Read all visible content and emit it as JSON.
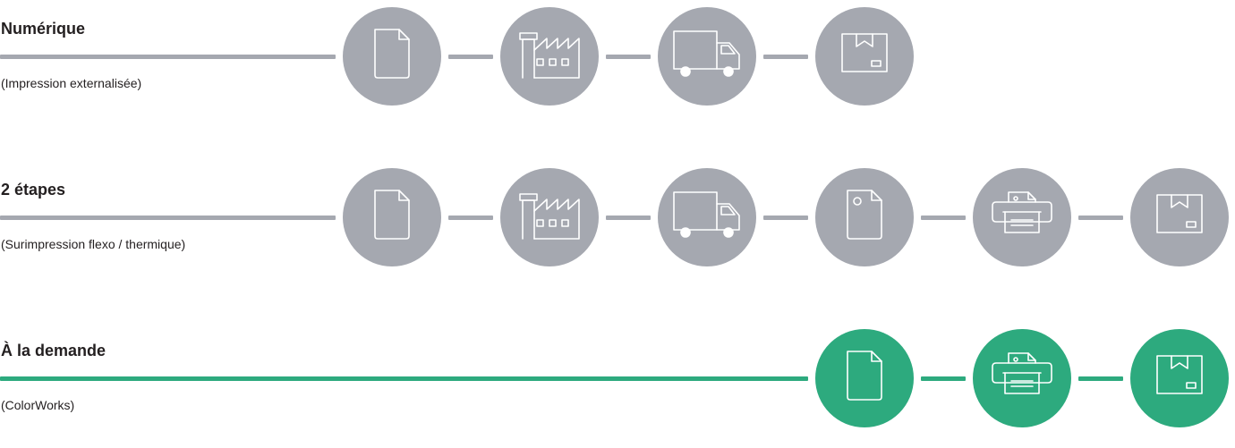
{
  "colors": {
    "inactive": "#a5a8b0",
    "active": "#2daa7e",
    "icon": "#ffffff"
  },
  "rows": [
    {
      "title": "Numérique",
      "subtitle": "(Impression externalisée)",
      "active": false,
      "steps": [
        "document-icon",
        "factory-icon",
        "truck-icon",
        "box-icon"
      ]
    },
    {
      "title": "2 étapes",
      "subtitle": "(Surimpression flexo / thermique)",
      "active": false,
      "steps": [
        "document-icon",
        "factory-icon",
        "truck-icon",
        "blank-label-icon",
        "printer-icon",
        "box-icon"
      ]
    },
    {
      "title": "À la demande",
      "subtitle": "(ColorWorks)",
      "active": true,
      "steps": [
        "document-icon",
        "printer-icon",
        "box-icon"
      ]
    }
  ]
}
